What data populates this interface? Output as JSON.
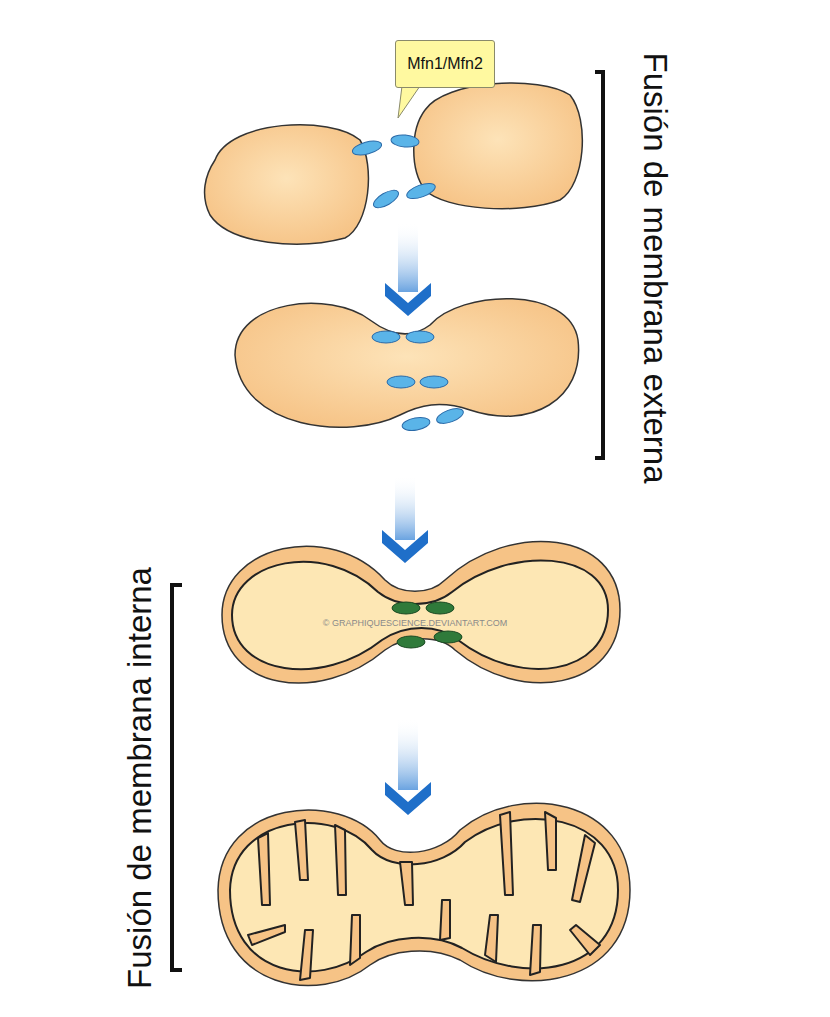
{
  "diagram": {
    "nodes": [
      {
        "text": [
          "Mfn1/Mfn2"
        ]
      }
    ],
    "labels": [
      "Fusión de membrana externa",
      "Fusión de membrana interna",
      "© GRAPHIQUESCIENCE.DEVIANTART.COM"
    ]
  }
}
